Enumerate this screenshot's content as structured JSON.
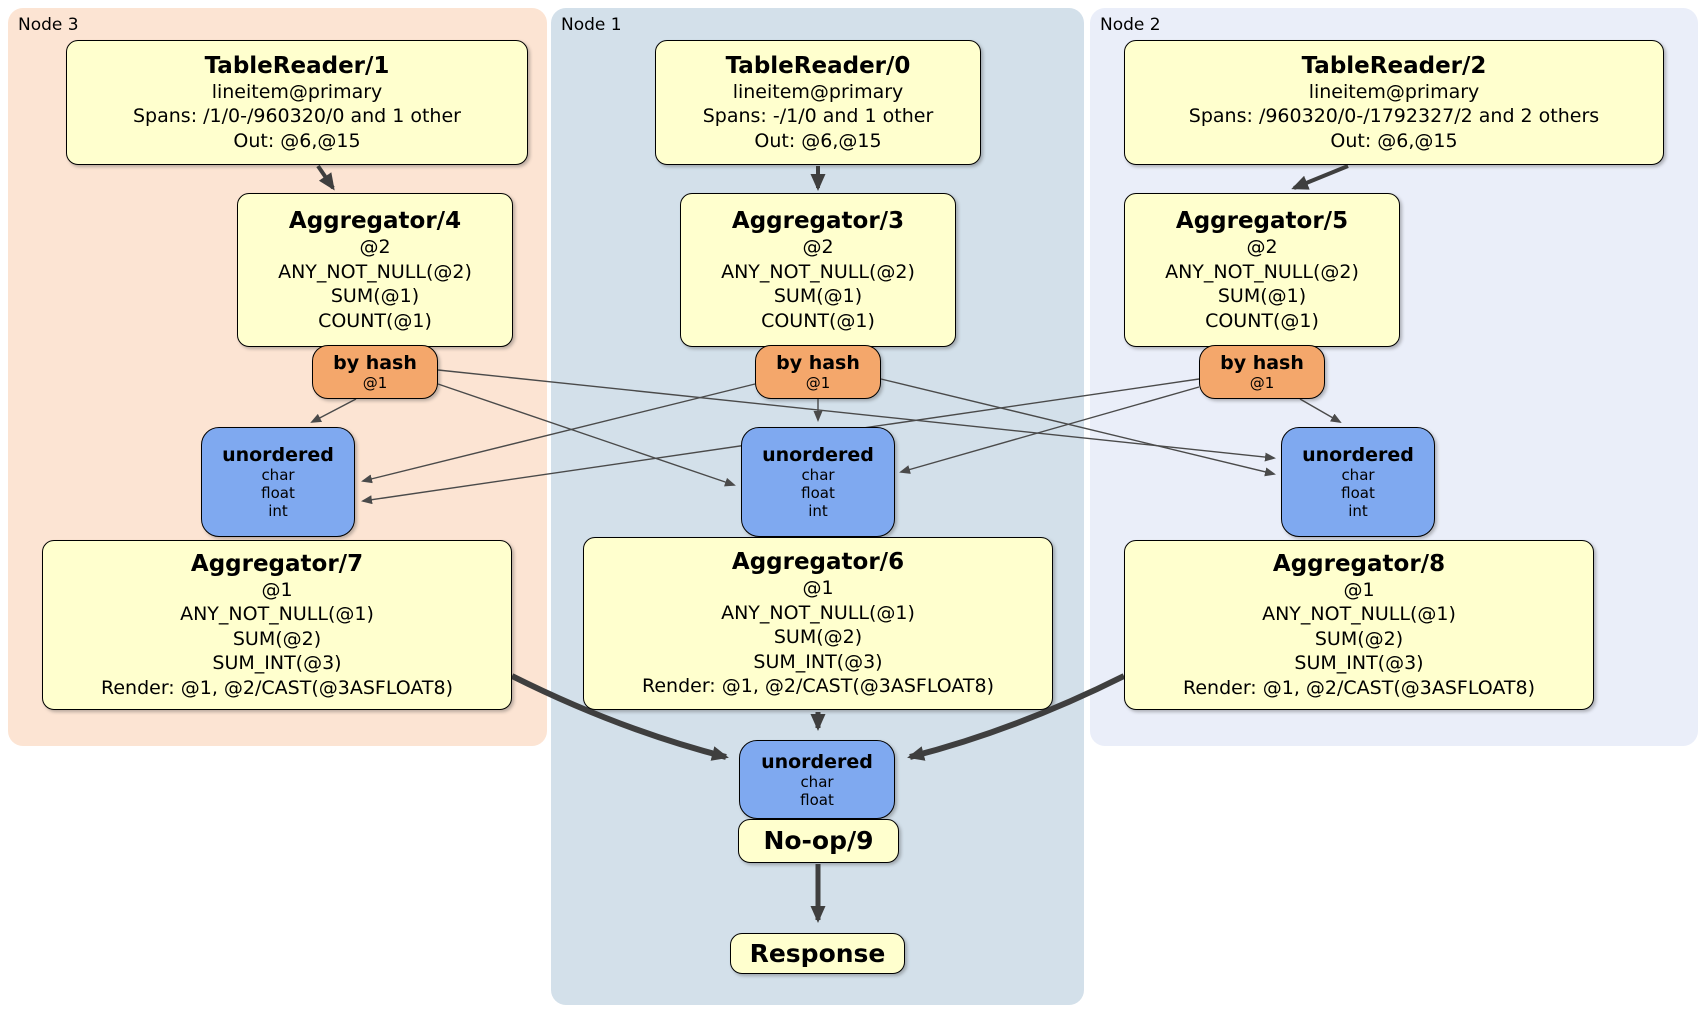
{
  "colors": {
    "node3_bg": "#fce4d3",
    "node1_bg": "#d3e0ea",
    "node2_bg": "#eaeef9",
    "proc_bg": "#ffffce",
    "router_bg": "#f4a76b",
    "sync_bg": "#7fa9f0",
    "edge": "#3f3f3f"
  },
  "groups": {
    "node3": {
      "label": "Node 3"
    },
    "node1": {
      "label": "Node 1"
    },
    "node2": {
      "label": "Node 2"
    }
  },
  "processors": {
    "tr1": {
      "title": "TableReader/1",
      "lines": [
        "lineitem@primary",
        "Spans: /1/0-/960320/0 and 1 other",
        "Out: @6,@15"
      ]
    },
    "tr0": {
      "title": "TableReader/0",
      "lines": [
        "lineitem@primary",
        "Spans: -/1/0 and 1 other",
        "Out: @6,@15"
      ]
    },
    "tr2": {
      "title": "TableReader/2",
      "lines": [
        "lineitem@primary",
        "Spans: /960320/0-/1792327/2 and 2 others",
        "Out: @6,@15"
      ]
    },
    "agg4": {
      "title": "Aggregator/4",
      "lines": [
        "@2",
        "ANY_NOT_NULL(@2)",
        "SUM(@1)",
        "COUNT(@1)"
      ]
    },
    "agg3": {
      "title": "Aggregator/3",
      "lines": [
        "@2",
        "ANY_NOT_NULL(@2)",
        "SUM(@1)",
        "COUNT(@1)"
      ]
    },
    "agg5": {
      "title": "Aggregator/5",
      "lines": [
        "@2",
        "ANY_NOT_NULL(@2)",
        "SUM(@1)",
        "COUNT(@1)"
      ]
    },
    "agg7": {
      "title": "Aggregator/7",
      "lines": [
        "@1",
        "ANY_NOT_NULL(@1)",
        "SUM(@2)",
        "SUM_INT(@3)",
        "Render: @1, @2/CAST(@3ASFLOAT8)"
      ]
    },
    "agg6": {
      "title": "Aggregator/6",
      "lines": [
        "@1",
        "ANY_NOT_NULL(@1)",
        "SUM(@2)",
        "SUM_INT(@3)",
        "Render: @1, @2/CAST(@3ASFLOAT8)"
      ]
    },
    "agg8": {
      "title": "Aggregator/8",
      "lines": [
        "@1",
        "ANY_NOT_NULL(@1)",
        "SUM(@2)",
        "SUM_INT(@3)",
        "Render: @1, @2/CAST(@3ASFLOAT8)"
      ]
    },
    "hash_left": {
      "title": "by hash",
      "lines": [
        "@1"
      ]
    },
    "hash_center": {
      "title": "by hash",
      "lines": [
        "@1"
      ]
    },
    "hash_right": {
      "title": "by hash",
      "lines": [
        "@1"
      ]
    },
    "sync_left": {
      "title": "unordered",
      "lines": [
        "char",
        "float",
        "int"
      ]
    },
    "sync_center": {
      "title": "unordered",
      "lines": [
        "char",
        "float",
        "int"
      ]
    },
    "sync_right": {
      "title": "unordered",
      "lines": [
        "char",
        "float",
        "int"
      ]
    },
    "sync_final": {
      "title": "unordered",
      "lines": [
        "char",
        "float"
      ]
    },
    "noop": {
      "title": "No-op/9"
    },
    "response": {
      "title": "Response"
    }
  }
}
